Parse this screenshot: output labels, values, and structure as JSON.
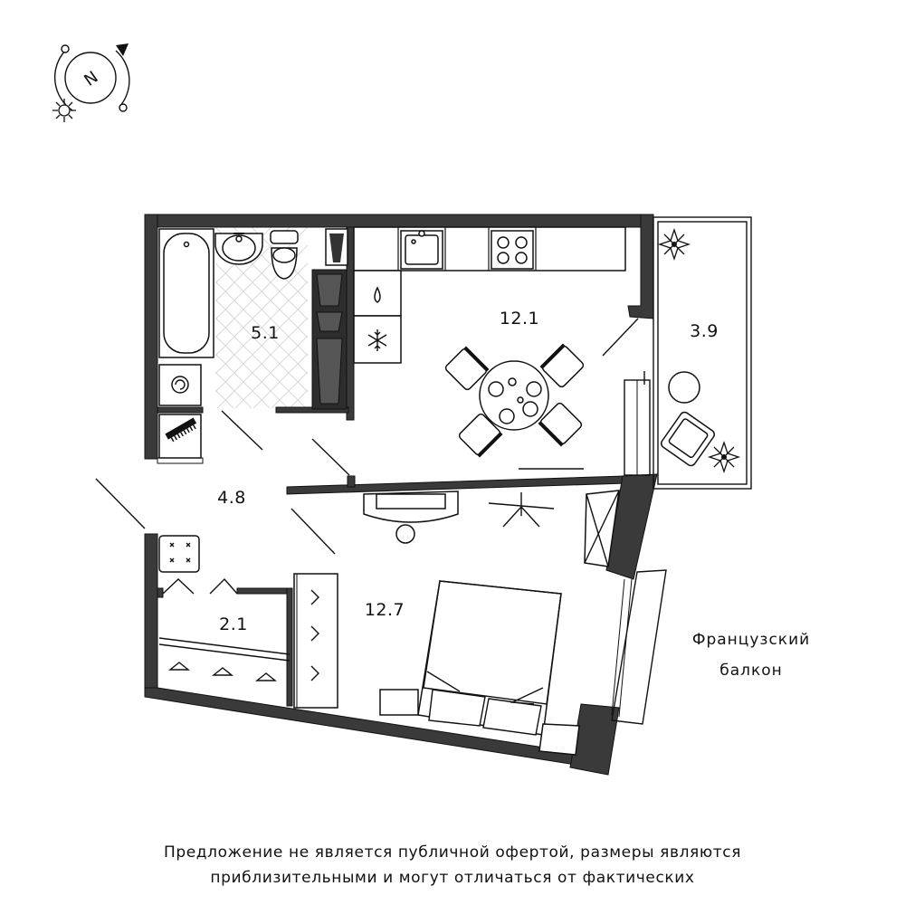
{
  "rooms": [
    {
      "id": "bathroom",
      "area": "5.1"
    },
    {
      "id": "kitchen-living",
      "area": "12.1"
    },
    {
      "id": "loggia",
      "area": "3.9"
    },
    {
      "id": "hallway",
      "area": "4.8"
    },
    {
      "id": "wardrobe",
      "area": "2.1"
    },
    {
      "id": "bedroom",
      "area": "12.7"
    }
  ],
  "balcony": {
    "line1": "Французский",
    "line2": "балкон"
  },
  "disclaimer": {
    "line1": "Предложение не является публичной офертой, размеры являются",
    "line2": "приблизительными и могут отличаться от фактических"
  },
  "compass": {
    "letter": "N"
  },
  "colors": {
    "wall": "#3a3a3a",
    "line": "#111111",
    "tile": "#d9d9d9"
  }
}
